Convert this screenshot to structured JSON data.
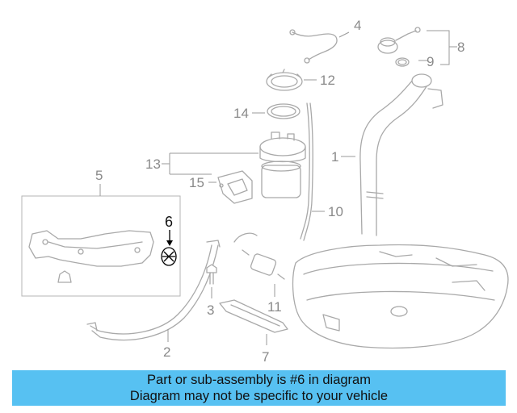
{
  "callouts": {
    "c1": "1",
    "c2": "2",
    "c3": "3",
    "c4": "4",
    "c5": "5",
    "c6": "6",
    "c7": "7",
    "c8": "8",
    "c9": "9",
    "c10": "10",
    "c11": "11",
    "c12": "12",
    "c13": "13",
    "c14": "14",
    "c15": "15"
  },
  "highlighted_part": "6",
  "banner": {
    "line1": "Part or sub-assembly is #6 in diagram",
    "line2": "Diagram may not be specific to your vehicle",
    "color": "#57c1f2"
  }
}
